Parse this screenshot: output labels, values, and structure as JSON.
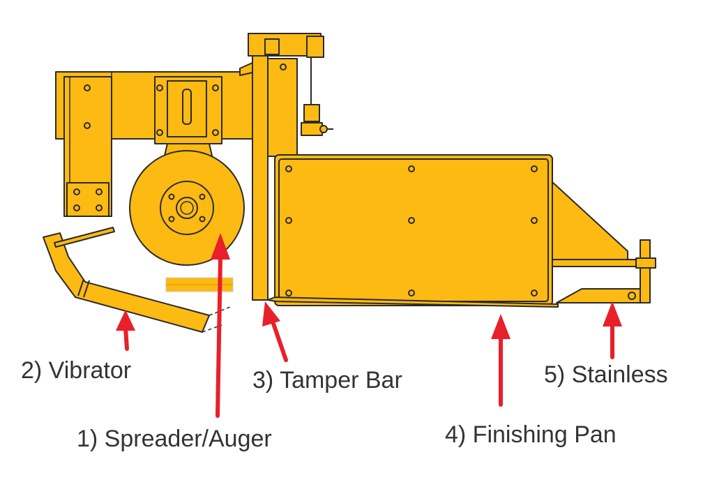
{
  "labels": {
    "vibrator": "2) Vibrator",
    "spreader": "1) Spreader/Auger",
    "tamper": "3) Tamper Bar",
    "finishing_pan": "4) Finishing Pan",
    "stainless": "5) Stainless"
  },
  "colors": {
    "machine_yellow": "#FCBA12",
    "outline": "#2a2a2a",
    "arrow_red": "#E8202A",
    "label_text": "#333333"
  }
}
